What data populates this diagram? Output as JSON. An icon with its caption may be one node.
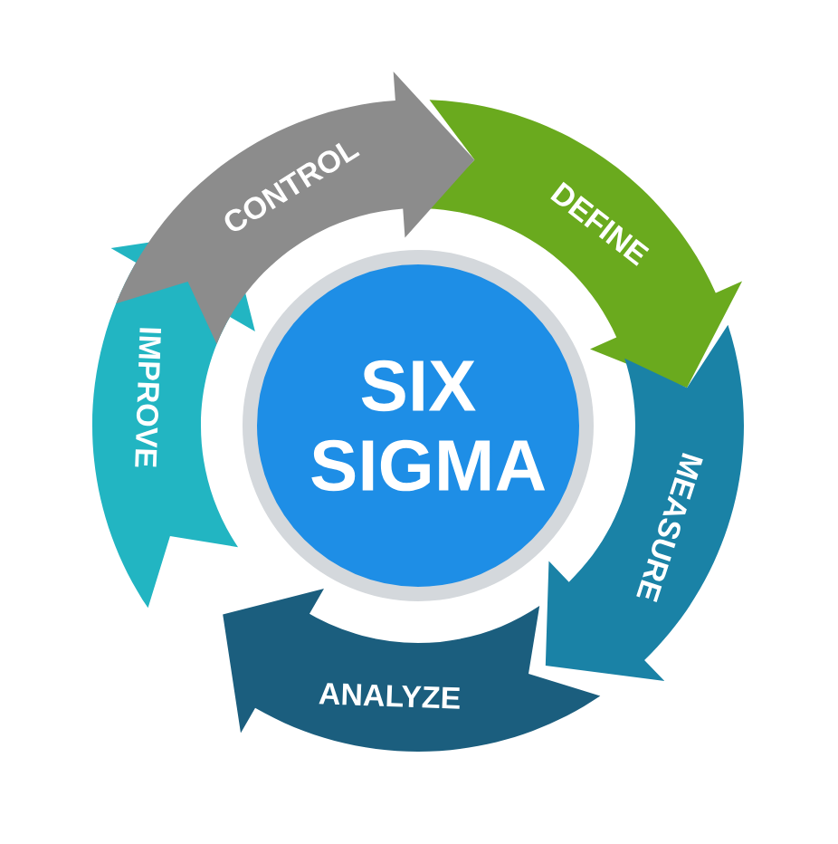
{
  "diagram": {
    "nodes": [
      {
        "text": [
          "SIX SIGMA"
        ]
      },
      {
        "text": [
          "DEFINE"
        ]
      },
      {
        "text": [
          "MEASURE"
        ]
      },
      {
        "text": [
          "ANALYZE"
        ]
      },
      {
        "text": [
          "IMPROVE"
        ]
      },
      {
        "text": [
          "CONTROL"
        ]
      }
    ]
  }
}
